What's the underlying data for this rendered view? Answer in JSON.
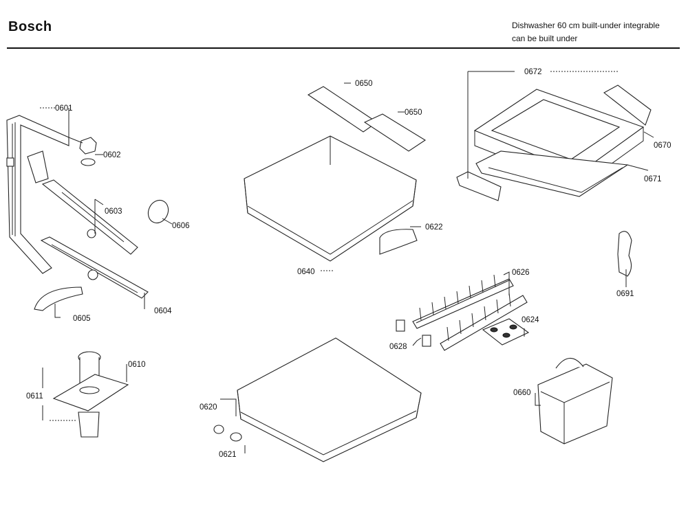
{
  "header": {
    "brand": "Bosch",
    "model_line1": "Dishwasher 60 cm built-under integrable",
    "model_line2": "can be built under"
  },
  "callouts": {
    "p0601": "0601",
    "p0602": "0602",
    "p0603": "0603",
    "p0604": "0604",
    "p0605": "0605",
    "p0606": "0606",
    "p0610": "0610",
    "p0611": "0611",
    "p0620": "0620",
    "p0621": "0621",
    "p0622": "0622",
    "p0624": "0624",
    "p0626": "0626",
    "p0628": "0628",
    "p0640": "0640",
    "p0650a": "0650",
    "p0650b": "0650",
    "p0660": "0660",
    "p0670": "0670",
    "p0671": "0671",
    "p0672": "0672",
    "p0691": "0691"
  }
}
